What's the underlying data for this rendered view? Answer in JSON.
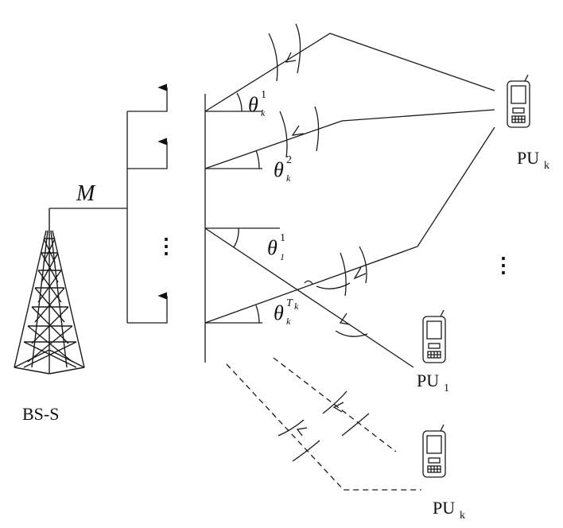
{
  "labels": {
    "m": "M",
    "bs": "BS-S",
    "pu_top": "PU",
    "pu_top_sub": "k",
    "pu_mid": "PU",
    "pu_mid_sub": "1",
    "pu_bot": "PU",
    "pu_bot_sub": "k"
  },
  "angles": [
    {
      "symbol": "θ",
      "sub": "k",
      "sup": "1"
    },
    {
      "symbol": "θ",
      "sub": "k",
      "sup": "2"
    },
    {
      "symbol": "θ",
      "sub": "1",
      "sup": "1"
    },
    {
      "symbol": "θ",
      "sub": "k",
      "sup": "T",
      "sup_sub": "k"
    }
  ],
  "ellipsis": "⋮",
  "icons": {
    "tower": "transmission-tower-icon",
    "phone": "mobile-phone-icon",
    "arrow": "arrow-up-icon"
  }
}
